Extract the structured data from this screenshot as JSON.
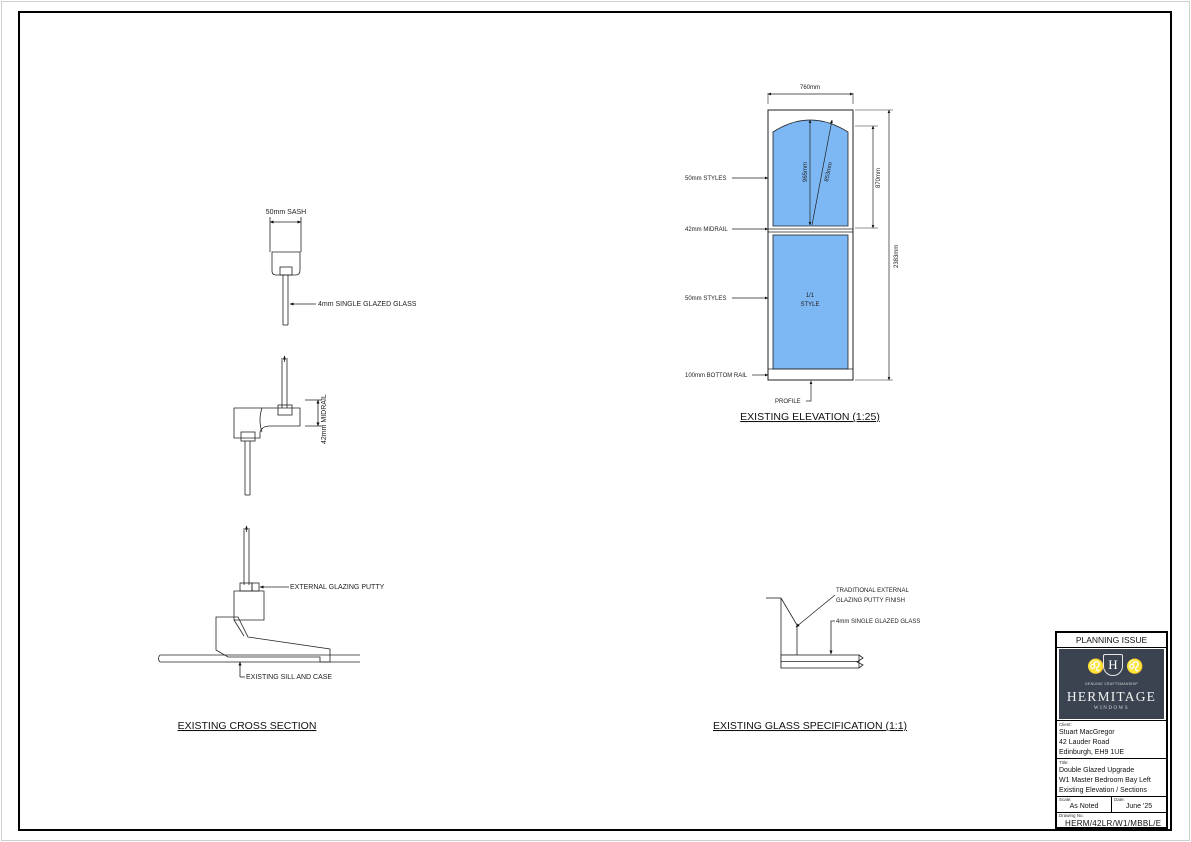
{
  "cross_section": {
    "title": "EXISTING CROSS SECTION",
    "sash_label": "50mm SASH",
    "glass_label": "4mm SINGLE GLAZED GLASS",
    "midrail_label": "42mm MIDRAIL",
    "putty_label": "EXTERNAL GLAZING PUTTY",
    "sill_label": "EXISTING  SILL AND CASE"
  },
  "elevation": {
    "title": "EXISTING ELEVATION (1:25)",
    "width_dim": "760mm",
    "height_dim": "2383mm",
    "upper_dim": "870mm",
    "arch_dim": "965mm",
    "radius_dim": "853mm",
    "styles_top": "50mm STYLES",
    "midrail": "42mm MIDRAIL",
    "styles_bottom": "50mm STYLES",
    "bottom_rail": "100mm BOTTOM RAIL",
    "profile": "PROFILE",
    "pane_ratio": "1/1",
    "pane_style": "STYLE"
  },
  "glass_spec": {
    "title": "EXISTING GLASS SPECIFICATION (1:1)",
    "putty_line1": "TRADITIONAL EXTERNAL",
    "putty_line2": "GLAZING PUTTY FINISH",
    "glass_label": "4mm SINGLE GLAZED GLASS"
  },
  "title_block": {
    "status": "PLANNING ISSUE",
    "logo": {
      "crest_letter": "H",
      "tagline": "GENUINE CRAFTSMANSHIP",
      "brand": "HERMITAGE",
      "sub": "WINDOWS"
    },
    "client_caption": "Client:",
    "client_name": "Stuart MacGregor",
    "client_address1": "42 Lauder Road",
    "client_address2": "Edinburgh, EH9 1UE",
    "title_caption": "Title:",
    "title_line1": "Double Glazed Upgrade",
    "title_line2": "W1 Master Bedroom Bay Left",
    "title_line3": "Existing Elevation / Sections",
    "scale_caption": "Scale:",
    "scale_value": "As Noted",
    "date_caption": "Date:",
    "date_value": "June '25",
    "drawing_caption": "Drawing No.",
    "drawing_value": "HERM/42LR/W1/MBBL/E"
  },
  "colors": {
    "glass": "#7db8f5",
    "line": "#111111",
    "logo_bg": "#3b4250"
  }
}
